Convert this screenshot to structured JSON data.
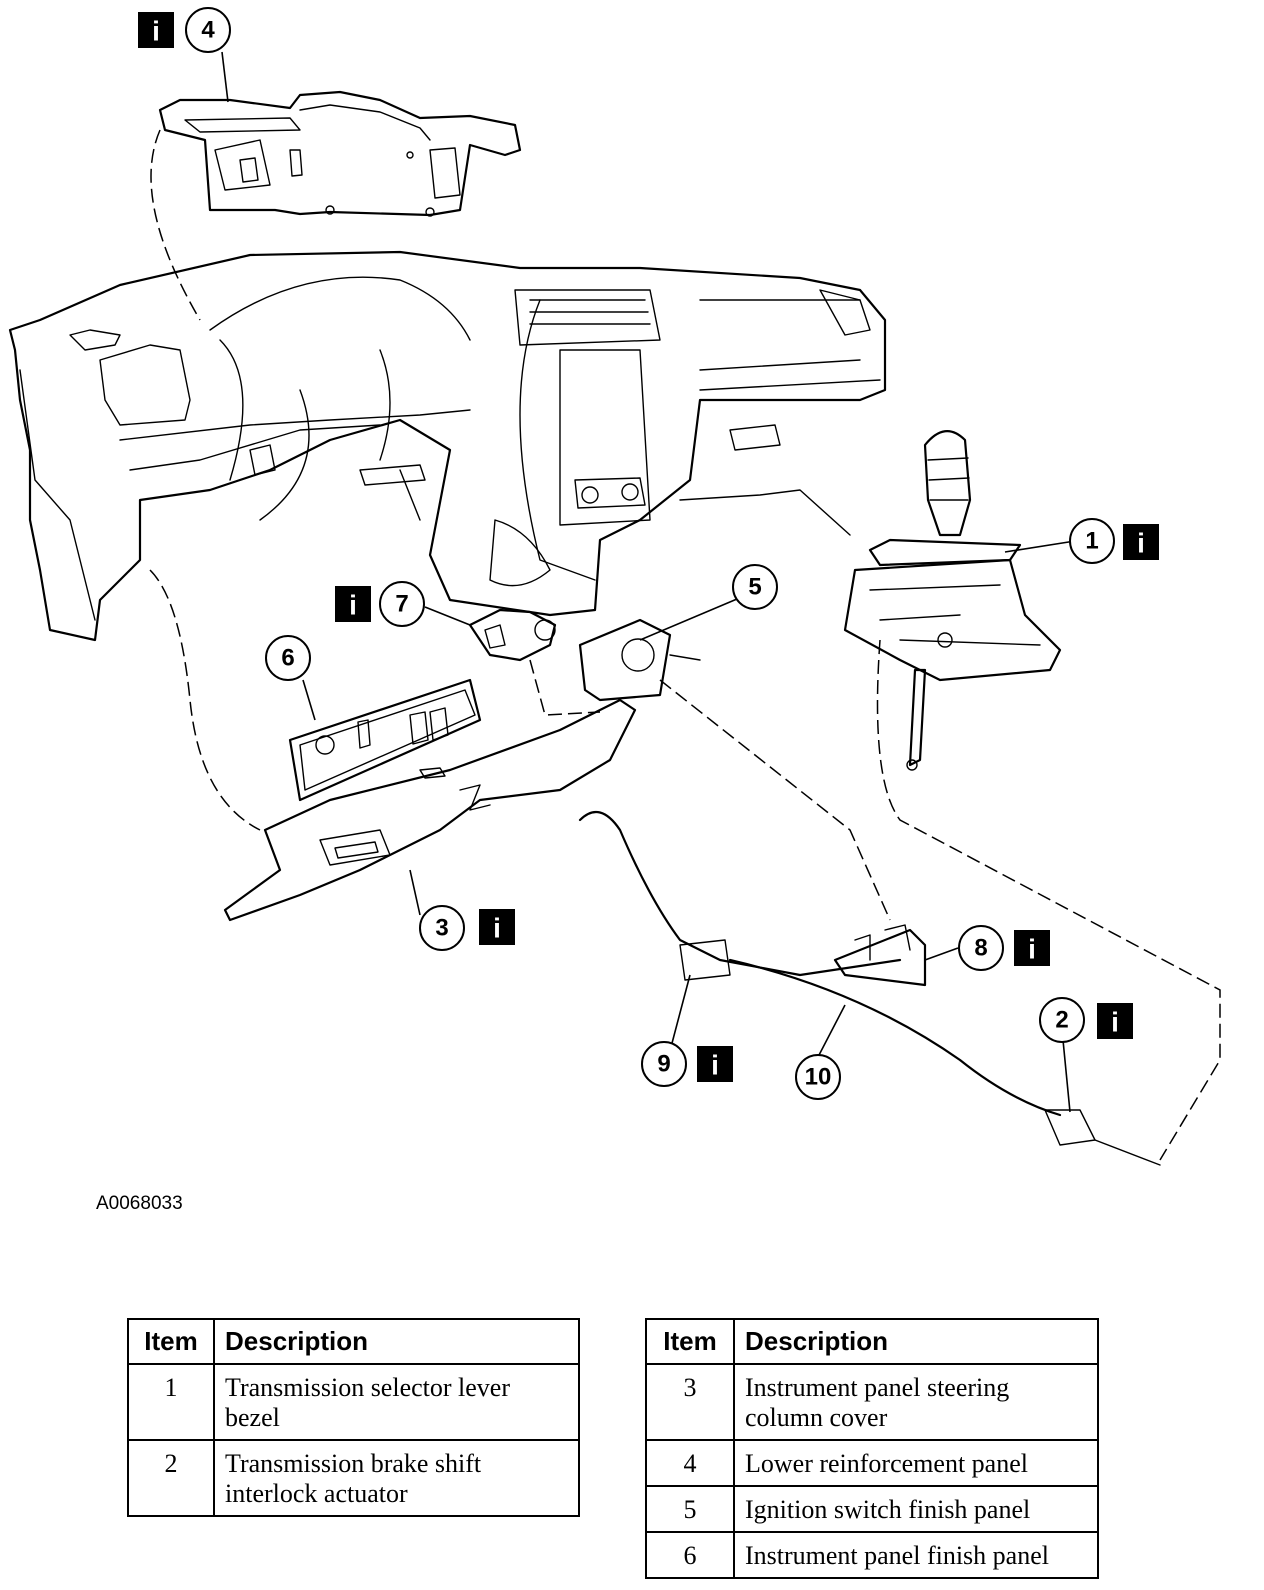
{
  "figure": {
    "id": "A0068033",
    "callouts": [
      {
        "number": "1",
        "info": true
      },
      {
        "number": "2",
        "info": true
      },
      {
        "number": "3",
        "info": true
      },
      {
        "number": "4",
        "info": true
      },
      {
        "number": "5",
        "info": false
      },
      {
        "number": "6",
        "info": false
      },
      {
        "number": "7",
        "info": true
      },
      {
        "number": "8",
        "info": true
      },
      {
        "number": "9",
        "info": true
      },
      {
        "number": "10",
        "info": false
      }
    ],
    "info_icon_glyph": "i"
  },
  "legend": {
    "headers": {
      "item": "Item",
      "description": "Description"
    },
    "left": [
      {
        "item": "1",
        "description": "Transmission selector lever bezel"
      },
      {
        "item": "2",
        "description": "Transmission brake shift interlock actuator"
      }
    ],
    "right": [
      {
        "item": "3",
        "description": "Instrument panel steering column cover"
      },
      {
        "item": "4",
        "description": "Lower reinforcement panel"
      },
      {
        "item": "5",
        "description": "Ignition switch finish panel"
      },
      {
        "item": "6",
        "description": "Instrument panel finish panel"
      }
    ]
  }
}
